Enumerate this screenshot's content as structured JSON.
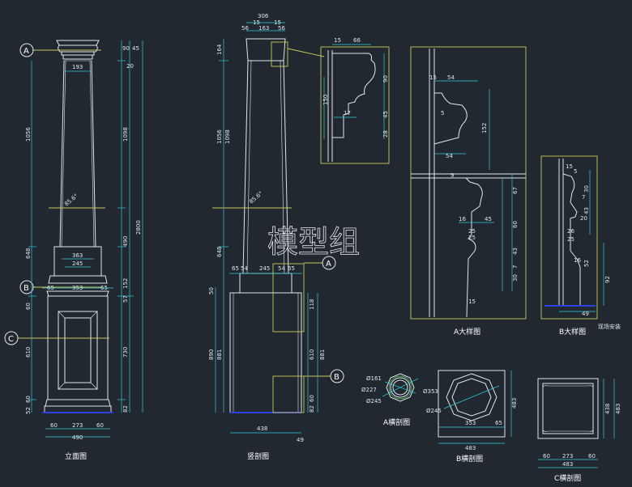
{
  "watermark": "模型组",
  "markers": {
    "a": "A",
    "b": "B",
    "c": "C"
  },
  "captions": {
    "elevation": "立面图",
    "vertical_section": "竖剖图",
    "detail_a": "A大样图",
    "detail_b": "B大样图",
    "field_install": "现场安装",
    "section_a": "A横剖图",
    "section_b": "B横剖图",
    "section_c": "C横剖图"
  },
  "elevation_dims": {
    "top": "193",
    "d90": "90",
    "d45": "45",
    "d20": "20",
    "shaft_left": "1056",
    "shaft_right": "1098",
    "angle": "85.6°",
    "w363": "363",
    "w245": "245",
    "d648": "648",
    "d490": "490",
    "total": "2800",
    "w353": "353",
    "d65a": "65",
    "d65b": "65",
    "d152": "152",
    "d60a": "60",
    "d57": "57",
    "d610": "610",
    "d730": "730",
    "d60b": "60",
    "d52a": "52",
    "d82": "82",
    "b60a": "60",
    "b273": "273",
    "b60b": "60",
    "b490": "490"
  },
  "section_dims": {
    "top306": "306",
    "d56a": "56",
    "d15a": "15",
    "d163": "163",
    "d15b": "15",
    "d56b": "56",
    "d164": "164",
    "d1056": "1056",
    "d1098": "1098",
    "angle": "85.6°",
    "d648": "648",
    "d65": "65",
    "d54a": "54",
    "d245": "245",
    "d54b": "54",
    "d65b": "65",
    "d50": "50",
    "d890": "890",
    "d881a": "881",
    "d610": "610",
    "d881b": "881",
    "d118": "118",
    "d60": "60",
    "d82": "82",
    "d438": "438",
    "d49": "49"
  },
  "detail_top_dims": {
    "d15": "15",
    "d66": "66",
    "d150": "150",
    "d90": "90",
    "d17": "17",
    "d45": "45",
    "d28": "28"
  },
  "detail_a_dims": {
    "d15": "15",
    "d54": "54",
    "d152": "152",
    "d54b": "54",
    "d9": "9",
    "d67": "67",
    "d5": "5",
    "d16": "16",
    "d45": "45",
    "d60": "60",
    "d25": "25",
    "d43": "43",
    "d7": "7",
    "d30": "30",
    "d15b": "15",
    "d25b": "25"
  },
  "detail_b_dims": {
    "d15": "15",
    "d5": "5",
    "d30": "30",
    "d7": "7",
    "d43": "43",
    "d20": "20",
    "d26": "26",
    "d25": "25",
    "d52": "52",
    "d92": "92",
    "d49": "49",
    "d16": "16"
  },
  "section_a_dims": {
    "d161": "Ø161",
    "d227": "Ø227",
    "d245": "Ø245"
  },
  "section_b_dims": {
    "d353": "Ø353",
    "d245": "Ø245",
    "w353": "353",
    "d65": "65",
    "d483": "483",
    "d483v": "483"
  },
  "section_c_dims": {
    "d438": "438",
    "d483": "483",
    "d60a": "60",
    "d273": "273",
    "d60b": "60",
    "d483b": "483"
  }
}
